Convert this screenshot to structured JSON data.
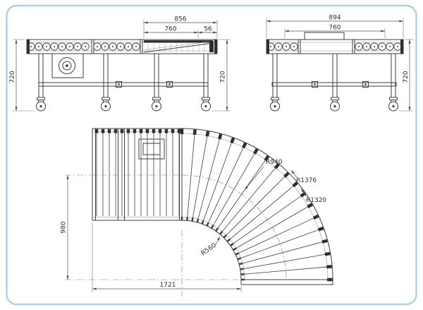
{
  "colors": {
    "border": "#aecfe6",
    "line": "#3d3d42",
    "dim_text": "#2e2e33"
  },
  "views": {
    "side_left": {
      "dim_total_top": "856",
      "dim_bed": "760",
      "dim_end": "56",
      "dim_height_left": "720",
      "dim_height_right": "720"
    },
    "side_right": {
      "dim_total_top": "894",
      "dim_bed": "760",
      "dim_height": "720"
    },
    "plan_curve": {
      "radius_labels": [
        "R940",
        "R1376",
        "R1320",
        "R560"
      ],
      "dim_offset": "980",
      "dim_length": "1721"
    }
  }
}
